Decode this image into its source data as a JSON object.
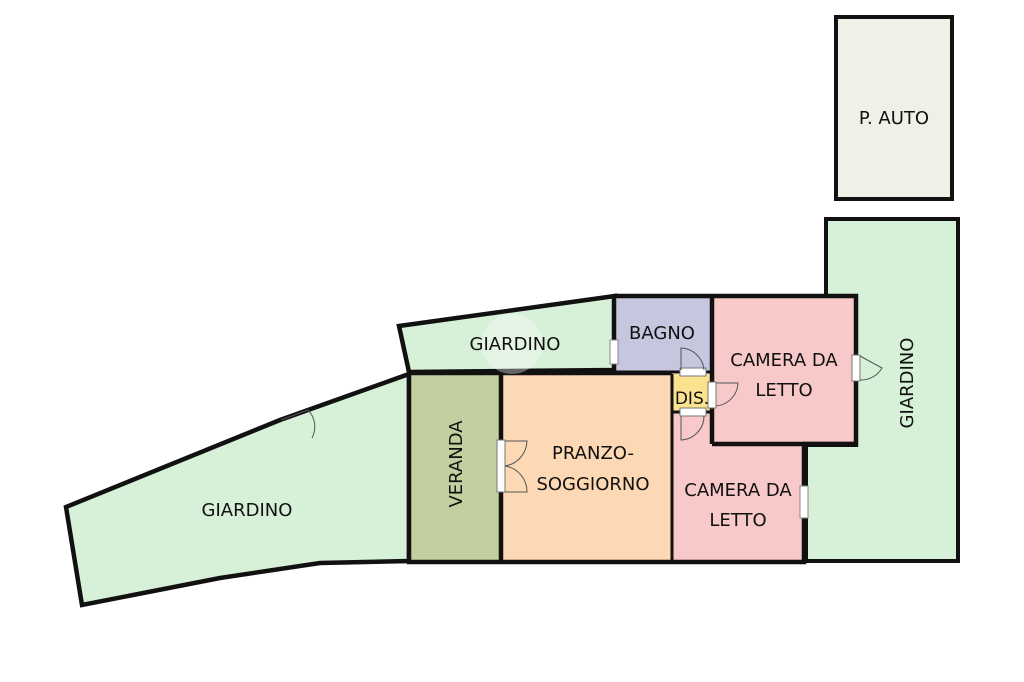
{
  "plan": {
    "colors": {
      "garden": "#d7f0d8",
      "parking": "#eef1e6",
      "bathroom": "#c6c6df",
      "bedroom": "#f8c9c9",
      "living": "#fcd9b4",
      "veranda": "#c4cf9f",
      "hall": "#fbe28f",
      "wall": "#111111"
    },
    "rooms": {
      "parking": "P. AUTO",
      "garden_right": "GIARDINO",
      "garden_top": "GIARDINO",
      "garden_left": "GIARDINO",
      "bathroom": "BAGNO",
      "bedroom1_line1": "CAMERA DA",
      "bedroom1_line2": "LETTO",
      "bedroom2_line1": "CAMERA DA",
      "bedroom2_line2": "LETTO",
      "hall": "DIS.",
      "living_line1": "PRANZO-",
      "living_line2": "SOGGIORNO",
      "veranda": "VERANDA"
    }
  }
}
